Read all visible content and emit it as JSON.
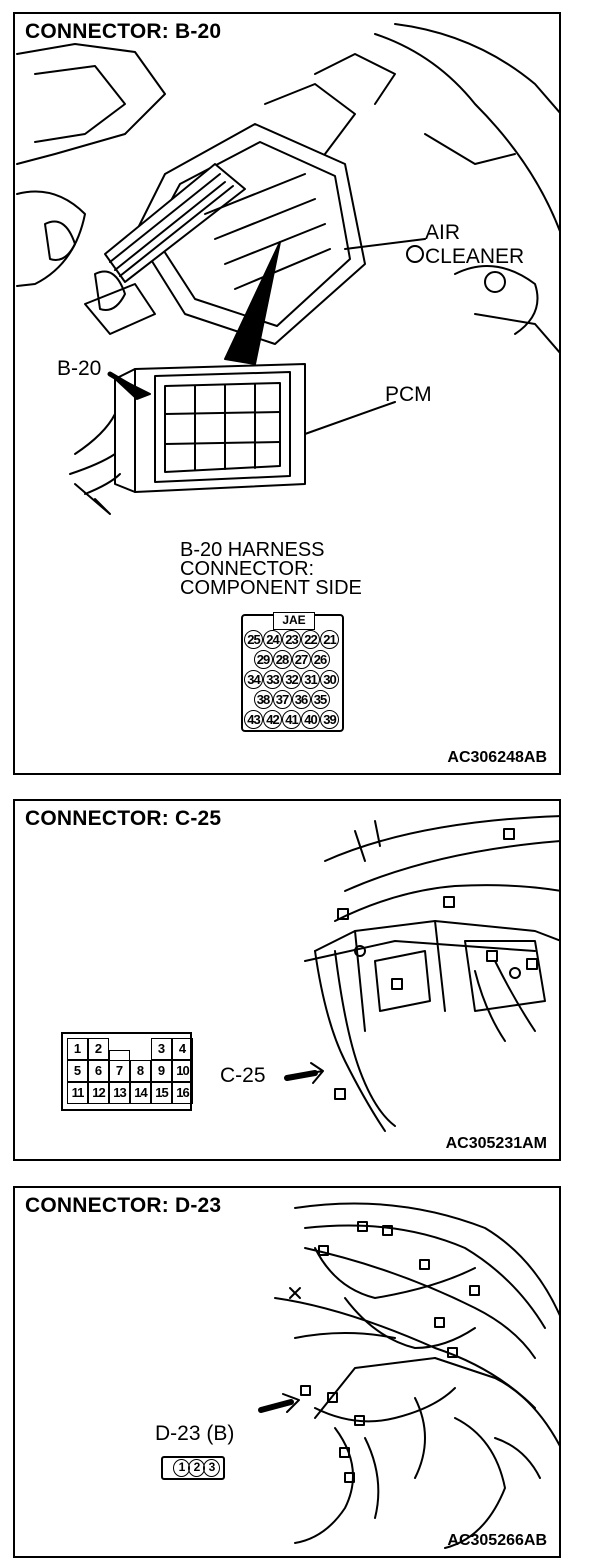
{
  "panels": [
    {
      "title": "CONNECTOR: B-20",
      "ref": "AC306248AB",
      "labels": {
        "air_cleaner_1": "AIR",
        "air_cleaner_2": "CLEANER",
        "b20": "B-20",
        "pcm": "PCM",
        "harness_1": "B-20 HARNESS",
        "harness_2": "CONNECTOR:",
        "harness_3": "COMPONENT SIDE"
      },
      "connector": {
        "brand": "JAE",
        "rows": [
          [
            "25",
            "24",
            "23",
            "22",
            "21"
          ],
          [
            "29",
            "28",
            "27",
            "26"
          ],
          [
            "34",
            "33",
            "32",
            "31",
            "30"
          ],
          [
            "38",
            "37",
            "36",
            "35"
          ],
          [
            "43",
            "42",
            "41",
            "40",
            "39"
          ]
        ]
      }
    },
    {
      "title": "CONNECTOR: C-25",
      "ref": "AC305231AM",
      "labels": {
        "c25": "C-25"
      },
      "connector": {
        "rows": [
          [
            "1",
            "2",
            "",
            "3",
            "4"
          ],
          [
            "5",
            "6",
            "7",
            "8",
            "9",
            "10"
          ],
          [
            "11",
            "12",
            "13",
            "14",
            "15",
            "16"
          ]
        ]
      }
    },
    {
      "title": "CONNECTOR: D-23",
      "ref": "AC305266AB",
      "labels": {
        "d23": "D-23 (B)"
      },
      "connector": {
        "pins": [
          "1",
          "2",
          "3"
        ]
      }
    }
  ]
}
